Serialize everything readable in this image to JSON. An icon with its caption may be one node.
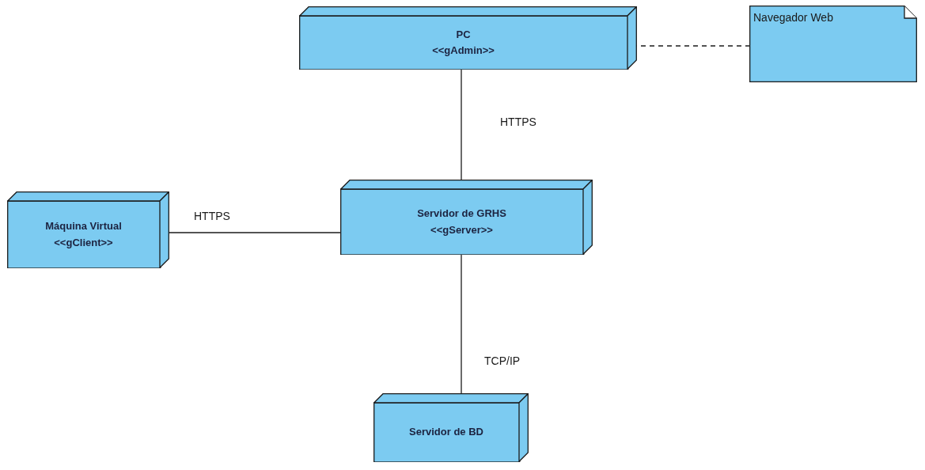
{
  "diagram": {
    "nodes": [
      {
        "text": [
          "PC",
          "<<gAdmin>>"
        ]
      },
      {
        "text": [
          "Navegador Web"
        ]
      },
      {
        "text": [
          "Máquina Virtual",
          "<<gClient>>"
        ]
      },
      {
        "text": [
          "Servidor de GRHS",
          "<<gServer>>"
        ]
      },
      {
        "text": [
          "Servidor de BD"
        ]
      }
    ],
    "edges": [
      {
        "from": 0,
        "to": 1,
        "arrow": "none",
        "style": "dashed"
      },
      {
        "from": 0,
        "to": 3,
        "arrow": "none",
        "label": "HTTPS"
      },
      {
        "from": 2,
        "to": 3,
        "arrow": "none",
        "label": "HTTPS"
      },
      {
        "from": 3,
        "to": 4,
        "arrow": "none",
        "label": "TCP/IP"
      }
    ]
  }
}
